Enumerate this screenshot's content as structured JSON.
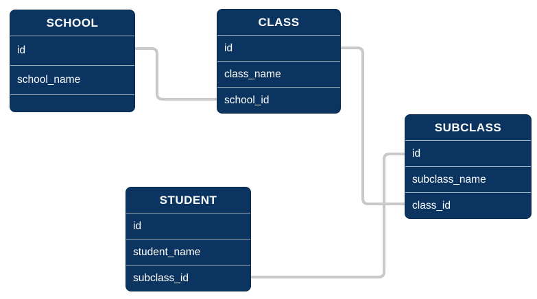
{
  "diagram": {
    "type": "entity-relationship",
    "colors": {
      "entity_fill": "#0b3560",
      "entity_text": "#ffffff",
      "row_separator": "#a9b7c3",
      "connector": "#c9c9c9",
      "background": "#ffffff"
    },
    "tables": [
      {
        "name": "SCHOOL",
        "columns": [
          "id",
          "school_name"
        ]
      },
      {
        "name": "CLASS",
        "columns": [
          "id",
          "class_name",
          "school_id"
        ]
      },
      {
        "name": "SUBCLASS",
        "columns": [
          "id",
          "subclass_name",
          "class_id"
        ]
      },
      {
        "name": "STUDENT",
        "columns": [
          "id",
          "student_name",
          "subclass_id"
        ]
      }
    ],
    "relationships": [
      {
        "from": "SCHOOL.id",
        "to": "CLASS.school_id"
      },
      {
        "from": "CLASS.id",
        "to": "SUBCLASS.class_id"
      },
      {
        "from": "SUBCLASS.id",
        "to": "STUDENT.subclass_id"
      }
    ]
  }
}
